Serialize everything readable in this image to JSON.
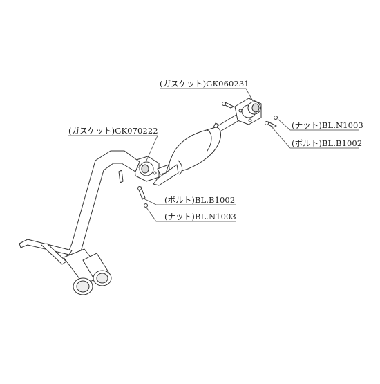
{
  "labels": {
    "gasket_front": "(ガスケット)GK060231",
    "nut_right": "(ナット)BL.N1003",
    "bolt_right": "(ボルト)BL.B1002",
    "gasket_mid": "(ガスケット)GK070222",
    "bolt_mid": "(ボルト)BL.B1002",
    "nut_mid": "(ナット)BL.N1003"
  },
  "colors": {
    "line": "#333333",
    "fill": "#ffffff",
    "leader": "#444444"
  }
}
